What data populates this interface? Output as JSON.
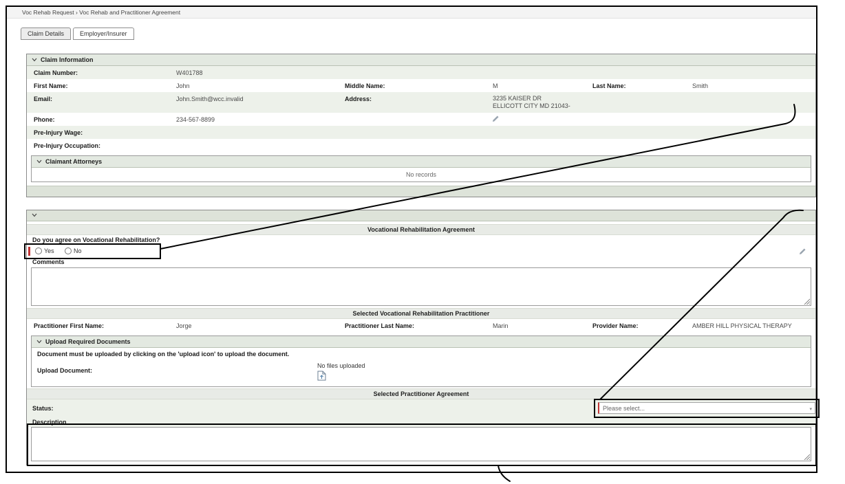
{
  "colors": {
    "annotation": "#000000",
    "required_marker": "#c23434",
    "section_header_bg": "#e3e9e1",
    "row_alt_bg": "#edf1ea",
    "title_bar_bg": "#e8ebe6",
    "footer_bar_bg": "#dde3d9"
  },
  "breadcrumb": {
    "text": "Voc Rehab Request › Voc Rehab and Practitioner Agreement"
  },
  "tabs": [
    {
      "label": "Claim Details"
    },
    {
      "label": "Employer/Insurer"
    }
  ],
  "claim_info": {
    "title": "Claim Information",
    "fields": {
      "claim_number": {
        "label": "Claim Number:",
        "value": "W401788"
      },
      "first_name": {
        "label": "First Name:",
        "value": "John"
      },
      "middle_name": {
        "label": "Middle Name:",
        "value": "M"
      },
      "last_name": {
        "label": "Last Name:",
        "value": "Smith"
      },
      "email": {
        "label": "Email:",
        "value": "John.Smith@wcc.invalid"
      },
      "address": {
        "label": "Address:",
        "line1": "3235 KAISER DR",
        "line2": "ELLICOTT CITY MD 21043-"
      },
      "phone": {
        "label": "Phone:",
        "value": "234-567-8899"
      },
      "pre_injury_wage": {
        "label": "Pre-Injury Wage:",
        "value": ""
      },
      "pre_injury_occupation": {
        "label": "Pre-Injury Occupation:",
        "value": ""
      }
    },
    "claimant_attorneys": {
      "title": "Claimant Attorneys",
      "empty_text": "No records"
    }
  },
  "voc_rehab_agreement": {
    "title": "Vocational Rehabilitation Agreement",
    "question": "Do you agree on Vocational Rehabilitation?",
    "option_yes": "Yes",
    "option_no": "No",
    "comments_label": "Comments",
    "comments_value": ""
  },
  "selected_practitioner": {
    "title": "Selected Vocational Rehabilitation Practitioner",
    "first_name": {
      "label": "Practitioner First Name:",
      "value": "Jorge"
    },
    "last_name": {
      "label": "Practitioner Last Name:",
      "value": "Marin"
    },
    "provider": {
      "label": "Provider Name:",
      "value": "AMBER HILL PHYSICAL THERAPY"
    }
  },
  "upload_documents": {
    "title": "Upload Required Documents",
    "instruction": "Document must be uploaded by clicking on the 'upload icon' to upload the document.",
    "label": "Upload Document:",
    "status_text": "No files uploaded"
  },
  "practitioner_agreement": {
    "title": "Selected Practitioner Agreement",
    "status_label": "Status:",
    "status_value": "Please select...",
    "description_label": "Description",
    "description_value": ""
  }
}
